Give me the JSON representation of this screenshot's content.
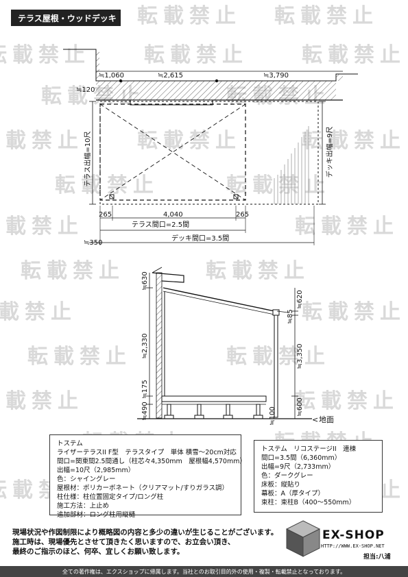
{
  "header": {
    "title": "テラス屋根・ウッドデッキ"
  },
  "watermark": {
    "text": "転載禁止"
  },
  "plan": {
    "dims_top": [
      "≒1,060",
      "≒2,615",
      "≒3,790"
    ],
    "dim_left_small": "≒120",
    "terrace_depth": "テラス出幅=10尺",
    "deck_depth": "デッキ出幅=9尺",
    "dim_265_left": "265",
    "dim_4040": "4,040",
    "dim_265_right": "265",
    "terrace_width": "テラス間口=2.5間",
    "dim_350": "≒350",
    "deck_width": "デッキ間口=3.5間"
  },
  "elevation": {
    "dim_630": "≒630",
    "dim_2330": "≒2,330",
    "dim_175": "≒175",
    "dim_490": "≒490",
    "dim_100": "≒100",
    "dim_620": "≒620",
    "dim_85": "≒85",
    "dim_3350": "≒3,350",
    "dim_600": "≒600",
    "ground": "地面"
  },
  "spec_terrace": {
    "lines": [
      "トステム",
      "ライザーテラスII F型　テラスタイプ　単体 積雪～20cm対応",
      "間口=関東間2.5間通し（柱芯々4,350mm　屋根幅4,570mm）",
      "出幅=10尺（2,985mm）",
      "色：シャイングレー",
      "屋根材：ポリカーボネート（クリアマット/すりガラス調）",
      "柱仕様：柱位置固定タイプ/ロング柱",
      "施工方法：上止め",
      "追加部材：ロング柱用縦樋"
    ]
  },
  "spec_deck": {
    "lines": [
      "トステム　リコステージII　連棟",
      "間口=3.5間（6,360mm）",
      "出幅=9尺（2,733mm）",
      "色：ダークグレー",
      "床板：縦貼り",
      "幕板：A（厚タイプ）",
      "束柱：束柱B（400～550mm）"
    ]
  },
  "notes": {
    "line1": "現場状況や作図制限により概略図の内容と多少の違いが生じることがございます。",
    "line2": "施工時は、現場優先とさせて頂きたく思いますので、お立会い頂き、",
    "line3": "最終のご指示のほど、何卒、宜しくお願い致します。"
  },
  "brand": {
    "name": "EX-SHOP",
    "url": "HTTP://WWW.EX-SHOP.NET",
    "staff": "担当:八浦"
  },
  "footer": {
    "text": "全ての著作権は、エクスショップに帰属します。当社とのお取引目的外の使用・複製・転載禁止となっております。"
  }
}
